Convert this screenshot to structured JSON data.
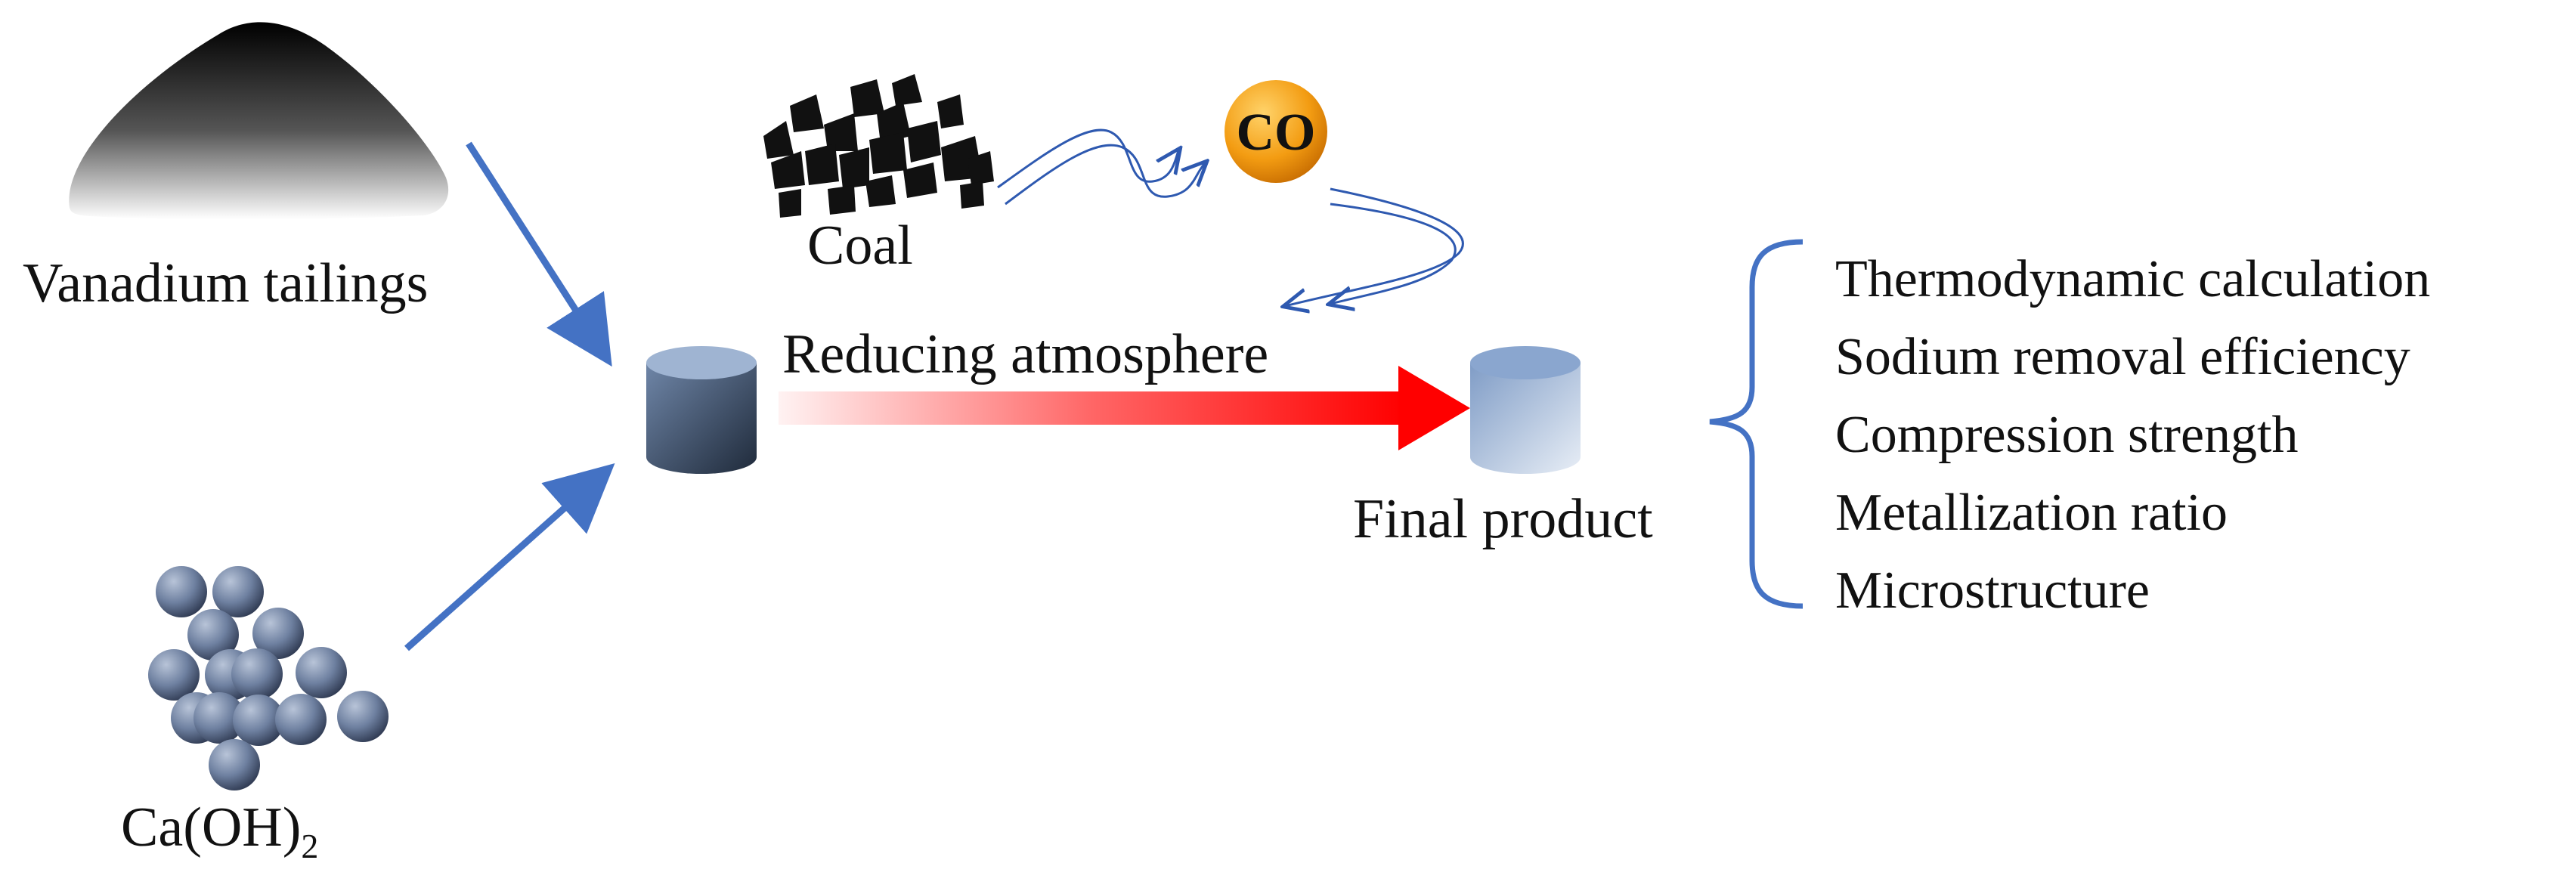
{
  "labels": {
    "vanadium_tailings": "Vanadium tailings",
    "coal": "Coal",
    "co": "CO",
    "reducing_atmosphere": "Reducing atmosphere",
    "final_product": "Final product",
    "calcium_hydroxide_main": "Ca(OH)",
    "calcium_hydroxide_subscript": "2"
  },
  "properties": [
    "Thermodynamic calculation",
    "Sodium removal efficiency",
    "Compression strength",
    "Metallization ratio",
    "Microstructure"
  ],
  "colors": {
    "arrow_blue": "#4472C4",
    "reaction_arrow_red": "#FF0000",
    "co_orange": "#F39C12",
    "cylinder_blue": "#8DA9D0",
    "text": "#111111"
  }
}
